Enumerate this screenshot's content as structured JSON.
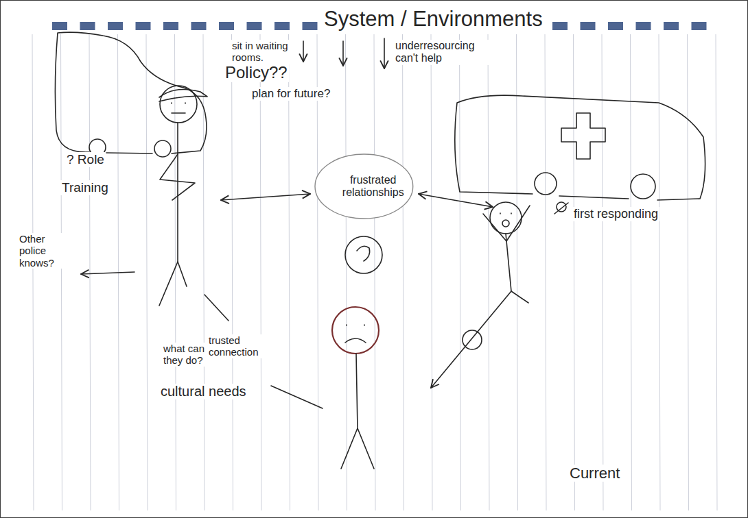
{
  "diagram": {
    "title": "System / Environments",
    "nodes": [
      {
        "text": [
          "frustrated relationships"
        ]
      }
    ],
    "labels": [
      "sit in waiting rooms.",
      "Policy??",
      "plan for future?",
      "underresourcing can't help",
      "? Role",
      "Training",
      "Other police knows?",
      "what can they do?",
      "trusted connection",
      "cultural needs",
      "first responding",
      "Current"
    ]
  }
}
